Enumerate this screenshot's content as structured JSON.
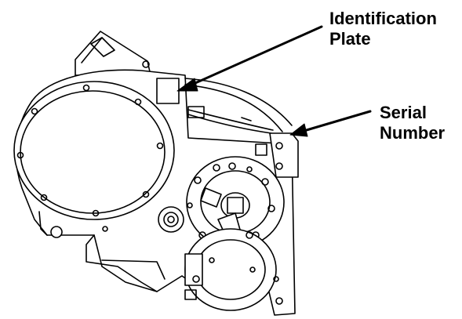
{
  "callouts": {
    "identification_plate": {
      "line1": "Identification",
      "line2": "Plate"
    },
    "serial_number": {
      "line1": "Serial",
      "line2": "Number"
    }
  },
  "colors": {
    "stroke": "#000000",
    "background": "#ffffff"
  }
}
